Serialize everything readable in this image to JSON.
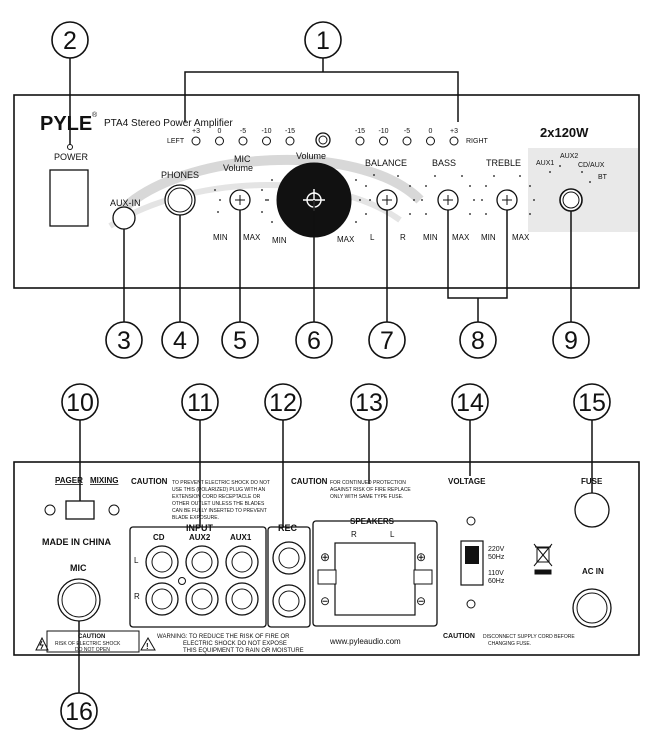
{
  "callouts": [
    "1",
    "2",
    "3",
    "4",
    "5",
    "6",
    "7",
    "8",
    "9",
    "10",
    "11",
    "12",
    "13",
    "14",
    "15",
    "16"
  ],
  "front": {
    "brand": "PYLE",
    "registered": "®",
    "model": "PTA4  Stereo Power Amplifier",
    "power_rating": "2x120W",
    "power_label": "POWER",
    "aux_in_label": "AUX-IN",
    "phones_label": "PHONES",
    "mic_volume_label": "MIC\nVolume",
    "volume_label": "Volume",
    "balance_label": "BALANCE",
    "bass_label": "BASS",
    "treble_label": "TREBLE",
    "left_label": "LEFT",
    "right_label": "RIGHT",
    "meter_left_scale": [
      "+3",
      "0",
      "-5",
      "-10",
      "-15"
    ],
    "meter_right_scale": [
      "-15",
      "-10",
      "-5",
      "0",
      "+3"
    ],
    "min": "MIN",
    "max": "MAX",
    "l": "L",
    "r": "R",
    "source_labels": [
      "AUX1",
      "AUX2",
      "CD/AUX",
      "BT"
    ]
  },
  "rear": {
    "pager_label": "PAGER",
    "mixing_label": "MIXING",
    "made_in": "MADE IN CHINA",
    "mic_label": "MIC",
    "caution1_title": "CAUTION",
    "caution1_text": [
      "TO PREVENT ELECTRIC SHOCK DO NOT",
      "USE THIS (POLARIZED) PLUG WITH AN",
      "EXTENSION CORD RECEPTACLE OR",
      "OTHER OUTLET UNLESS THE BLADES",
      "CAN BE FULLY INSERTED TO PREVENT",
      "BLADE EXPOSURE."
    ],
    "caution2_title": "CAUTION",
    "caution2_text": [
      "FOR CONTINUED PROTECTION",
      "AGAINST RISK OF FIRE REPLACE",
      "ONLY WITH SAME TYPE FUSE."
    ],
    "input_label": "INPUT",
    "input_channels": [
      "CD",
      "AUX2",
      "AUX1"
    ],
    "rec_label": "REC",
    "speakers_label": "SPEAKERS",
    "voltage_label": "VOLTAGE",
    "voltage_220": "220V\n50Hz",
    "voltage_110": "110V\n60Hz",
    "fuse_label": "FUSE",
    "ac_in_label": "AC IN",
    "plus": "⊕",
    "minus": "⊖",
    "website": "www.pyleaudio.com",
    "caution_box": [
      "CAUTION",
      "RISK OF ELECTRIC SHOCK",
      "DO NOT OPEN"
    ],
    "warning_text": [
      "WARNING: TO REDUCE THE RISK OF FIRE OR",
      "ELECTRIC SHOCK DO NOT EXPOSE",
      "THIS EQUIPMENT TO RAIN OR MOISTURE"
    ],
    "caution3_title": "CAUTION",
    "caution3_text": [
      "DISCONNECT SUPPLY CORD BEFORE",
      "CHANGING FUSE."
    ]
  }
}
